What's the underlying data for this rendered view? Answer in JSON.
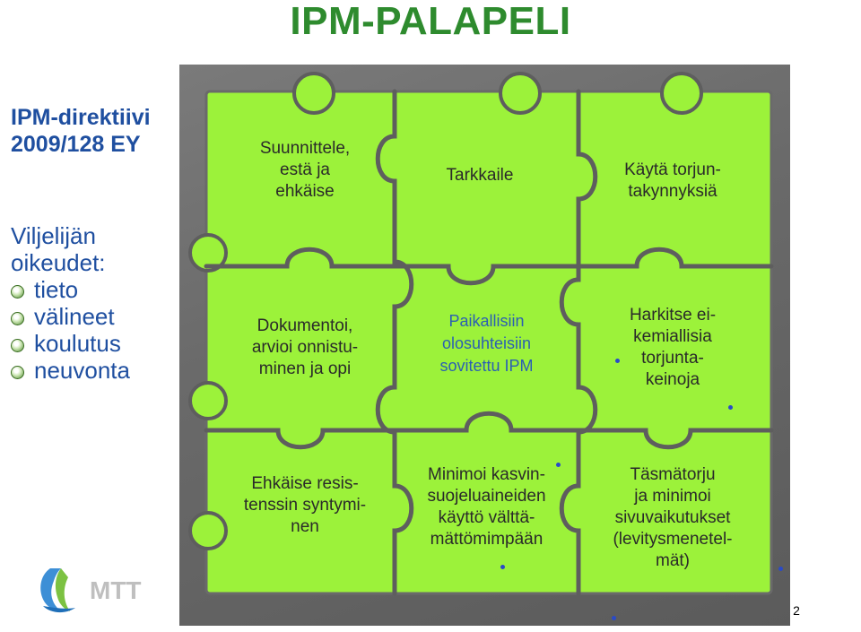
{
  "slide": {
    "title": "IPM-PALAPELI",
    "directive": {
      "line1": "IPM-direktiivi",
      "line2": "2009/128 EY"
    },
    "rights": {
      "heading_line1": "Viljelijän",
      "heading_line2": "oikeudet:",
      "items": [
        "tieto",
        "välineet",
        "koulutus",
        "neuvonta"
      ]
    },
    "puzzle": {
      "pieces": [
        [
          "Suunnittele,",
          "estä ja",
          "ehkäise"
        ],
        [
          "Tarkkaile"
        ],
        [
          "Käytä torjun-",
          "takynnyksiä"
        ],
        [
          "Dokumentoi,",
          "arvioi onnistu-",
          "minen ja opi"
        ],
        [
          "Paikallisiin",
          "olosuhteisiin",
          "sovitettu IPM"
        ],
        [
          "Harkitse ei-",
          "kemiallisia",
          "torjunta-",
          "keinoja"
        ],
        [
          "Ehkäise resis-",
          "tenssin syntymi-",
          "nen"
        ],
        [
          "Minimoi kasvin-",
          "suojeluaineiden",
          "käyttö välttä-",
          "mättömimpään"
        ],
        [
          "Täsmätorju",
          "ja minimoi",
          "sivuvaikutukset",
          "(levitysmenetel-",
          "mät)"
        ]
      ]
    },
    "logo_text": "MTT",
    "page_number": "2",
    "colors": {
      "title": "#2e8b2e",
      "text_blue": "#1f4fa0",
      "piece_green": "#9cf23a",
      "center_text": "#2b5fb3"
    }
  }
}
